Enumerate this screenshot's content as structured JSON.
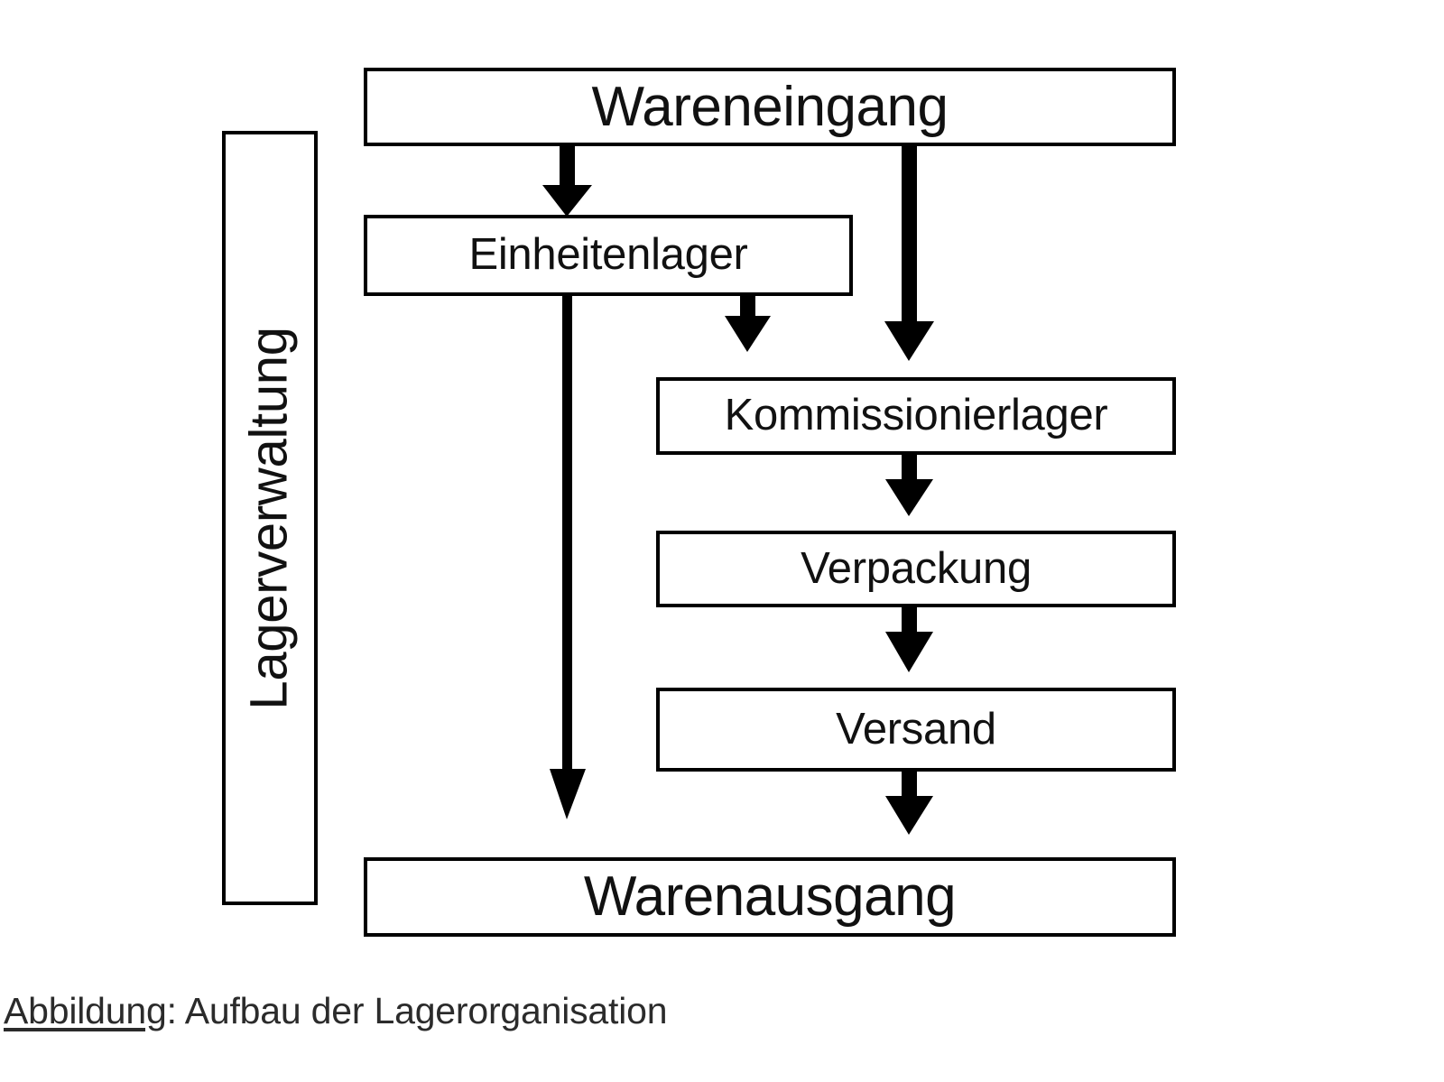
{
  "figure": {
    "title_caption": "Abbildung: Aufbau der Lagerorganisation",
    "caption_underlined_part": "Abbildung",
    "caption_rest": ": Aufbau der Lagerorganisation",
    "language": "de",
    "colors": {
      "stroke": "#000000",
      "fill": "#ffffff",
      "text": "#111111",
      "caption_text": "#2b2b2b"
    }
  },
  "nodes": {
    "wareneingang": {
      "label": "Wareneingang"
    },
    "einheitenlager": {
      "label": "Einheitenlager"
    },
    "kommissionierlager": {
      "label": "Kommissionierlager"
    },
    "verpackung": {
      "label": "Verpackung"
    },
    "versand": {
      "label": "Versand"
    },
    "warenausgang": {
      "label": "Warenausgang"
    },
    "lagerverwaltung": {
      "label": "Lagerverwaltung",
      "orientation": "vertical-bottom-to-top"
    }
  },
  "edges": [
    {
      "from": "Wareneingang",
      "to": "Einheitenlager",
      "style": "thick-arrow"
    },
    {
      "from": "Wareneingang",
      "to": "Kommissionierlager",
      "style": "thick-arrow"
    },
    {
      "from": "Einheitenlager",
      "to": "Kommissionierlager",
      "style": "thick-arrow"
    },
    {
      "from": "Einheitenlager",
      "to": "Warenausgang",
      "style": "thin-long-arrow"
    },
    {
      "from": "Kommissionierlager",
      "to": "Verpackung",
      "style": "thick-arrow"
    },
    {
      "from": "Verpackung",
      "to": "Versand",
      "style": "thick-arrow"
    },
    {
      "from": "Versand",
      "to": "Warenausgang",
      "style": "thick-arrow"
    }
  ]
}
